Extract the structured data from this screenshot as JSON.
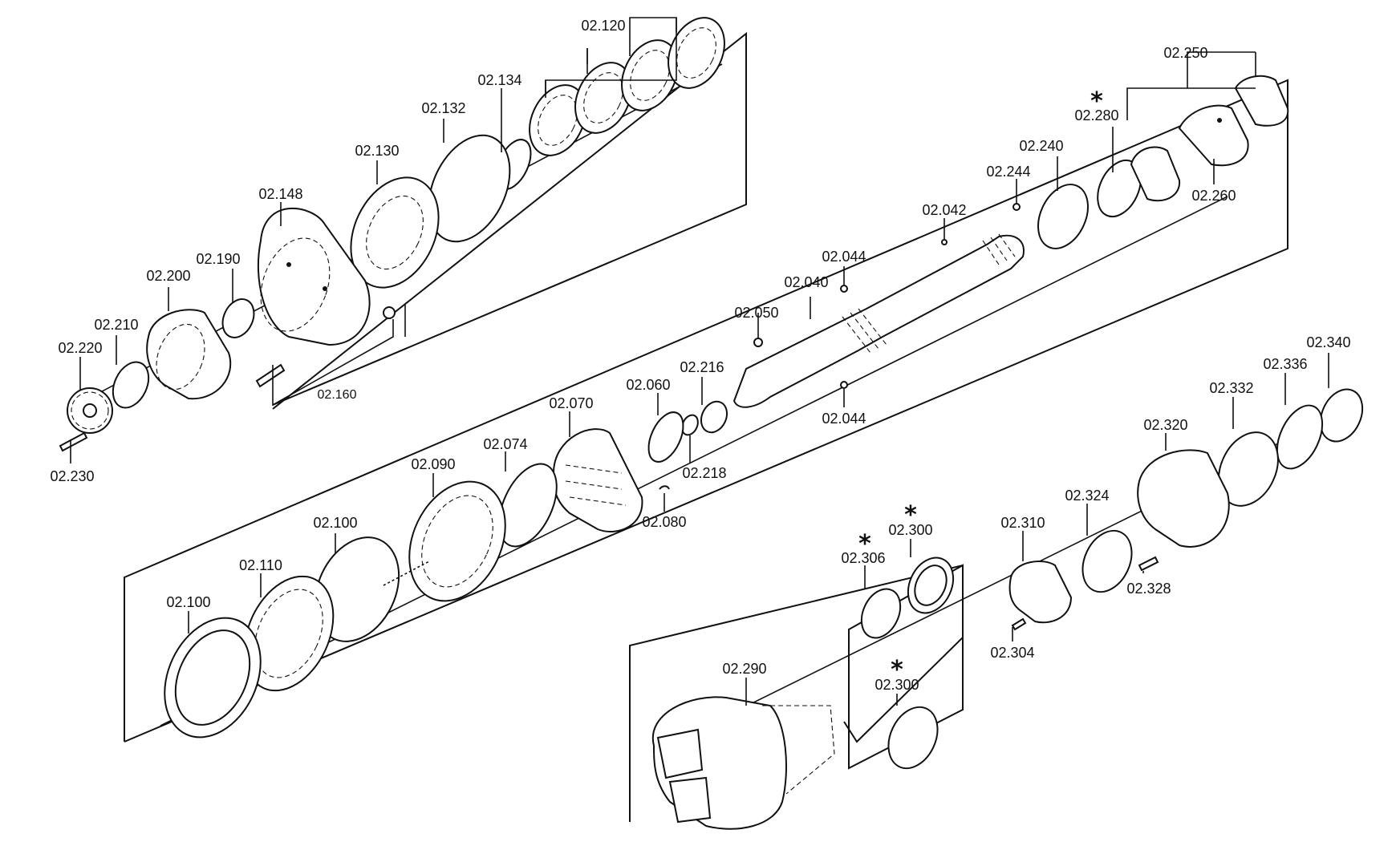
{
  "labels": {
    "p02_120": "02.120",
    "p02_134": "02.134",
    "p02_132": "02.132",
    "p02_130": "02.130",
    "p02_148": "02.148",
    "p02_190": "02.190",
    "p02_200": "02.200",
    "p02_210": "02.210",
    "p02_220": "02.220",
    "p02_230": "02.230",
    "p02_160": "02.160",
    "p02_250": "02.250",
    "p02_280": "02.280",
    "p02_240": "02.240",
    "p02_244": "02.244",
    "p02_260": "02.260",
    "p02_042": "02.042",
    "p02_044_top": "02.044",
    "p02_040": "02.040",
    "p02_050": "02.050",
    "p02_044_bot": "02.044",
    "p02_060": "02.060",
    "p02_216": "02.216",
    "p02_218": "02.218",
    "p02_070": "02.070",
    "p02_080": "02.080",
    "p02_074": "02.074",
    "p02_090": "02.090",
    "p02_100_right": "02.100",
    "p02_110": "02.110",
    "p02_100_left": "02.100",
    "p02_340": "02.340",
    "p02_336": "02.336",
    "p02_332": "02.332",
    "p02_320": "02.320",
    "p02_324": "02.324",
    "p02_328": "02.328",
    "p02_310": "02.310",
    "p02_304": "02.304",
    "p02_300_top": "02.300",
    "p02_306": "02.306",
    "p02_300_bot": "02.300",
    "p02_290": "02.290"
  },
  "markers": {
    "asterisk": "*"
  }
}
